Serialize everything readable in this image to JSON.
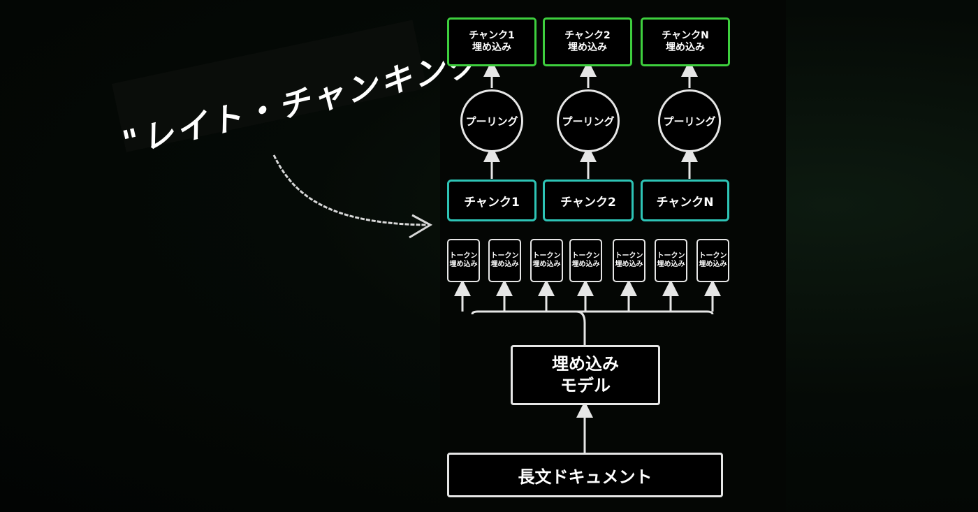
{
  "title": "\"レイト・チャンキング\"",
  "outputs": [
    {
      "line1": "チャンク1",
      "line2": "埋め込み"
    },
    {
      "line1": "チャンク2",
      "line2": "埋め込み"
    },
    {
      "line1": "チャンクN",
      "line2": "埋め込み"
    }
  ],
  "pooling_label": "プーリング",
  "chunks": [
    "チャンク1",
    "チャンク2",
    "チャンクN"
  ],
  "token": {
    "line1": "トークン",
    "line2": "埋め込み"
  },
  "model": {
    "line1": "埋め込み",
    "line2": "モデル"
  },
  "document": "長文ドキュメント",
  "colors": {
    "output_border": "#3ecf3e",
    "chunk_border": "#2ec4b6",
    "white": "#e6e6e6"
  }
}
